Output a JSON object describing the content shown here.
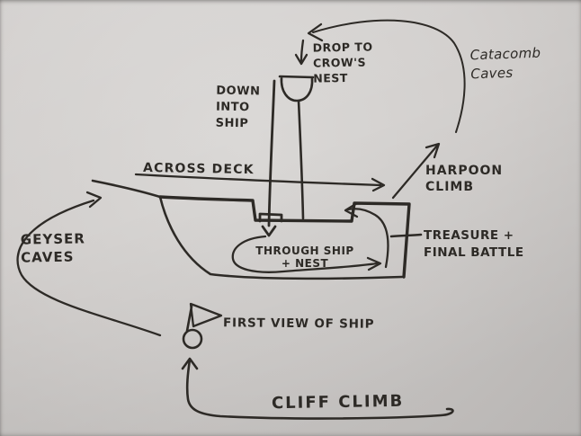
{
  "sketch": {
    "description_labels": {
      "drop_to_crows_nest": "DROP TO\nCROW'S\nNEST",
      "catacomb_caves": "Catacomb\nCaves",
      "down_into_ship": "DOWN\nINTO\nSHIP",
      "across_deck": "ACROSS DECK",
      "harpoon_climb": "HARPOON\nCLIMB",
      "geyser_caves": "GEYSER\nCAVES",
      "through_ship_nest": "THROUGH SHIP\n+ NEST",
      "treasure_final_battle": "TREASURE +\nFINAL BATTLE",
      "first_view_of_ship": "FIRST VIEW OF SHIP",
      "cliff_climb": "CLIFF CLIMB"
    },
    "icons": {
      "crows_nest": "crows-nest-icon",
      "flag_marker": "flag-icon"
    },
    "colors": {
      "paper": "#d2cfcd",
      "ink": "#2d2a26"
    }
  }
}
